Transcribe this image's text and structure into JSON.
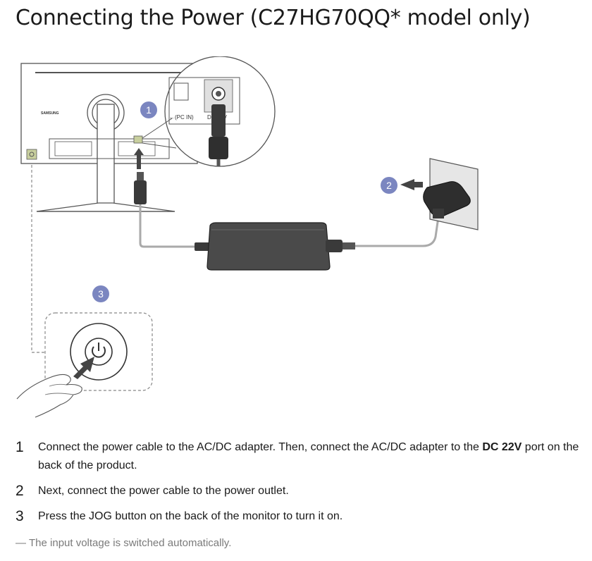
{
  "title": "Connecting the Power (C27HG70QQ* model only)",
  "figure": {
    "brand_label": "SAMSUNG",
    "port_label_pc": "←(PC IN)",
    "port_label_dc": "DC 22V",
    "callouts": [
      "1",
      "2",
      "3"
    ]
  },
  "steps": [
    {
      "number": "1",
      "text_before": "Connect the power cable to the AC/DC adapter. Then, connect the AC/DC adapter to the ",
      "text_bold": "DC 22V",
      "text_after": " port on the back of the product."
    },
    {
      "number": "2",
      "text": "Next, connect the power cable to the power outlet."
    },
    {
      "number": "3",
      "text": "Press the JOG button on the back of the monitor to turn it on."
    }
  ],
  "note": {
    "marker": "―",
    "text": "The input voltage is switched automatically."
  },
  "colors": {
    "callout": "#7b86c0",
    "line": "#555555",
    "adapter": "#4a4a4a",
    "port_highlight": "#c8cf9e"
  }
}
